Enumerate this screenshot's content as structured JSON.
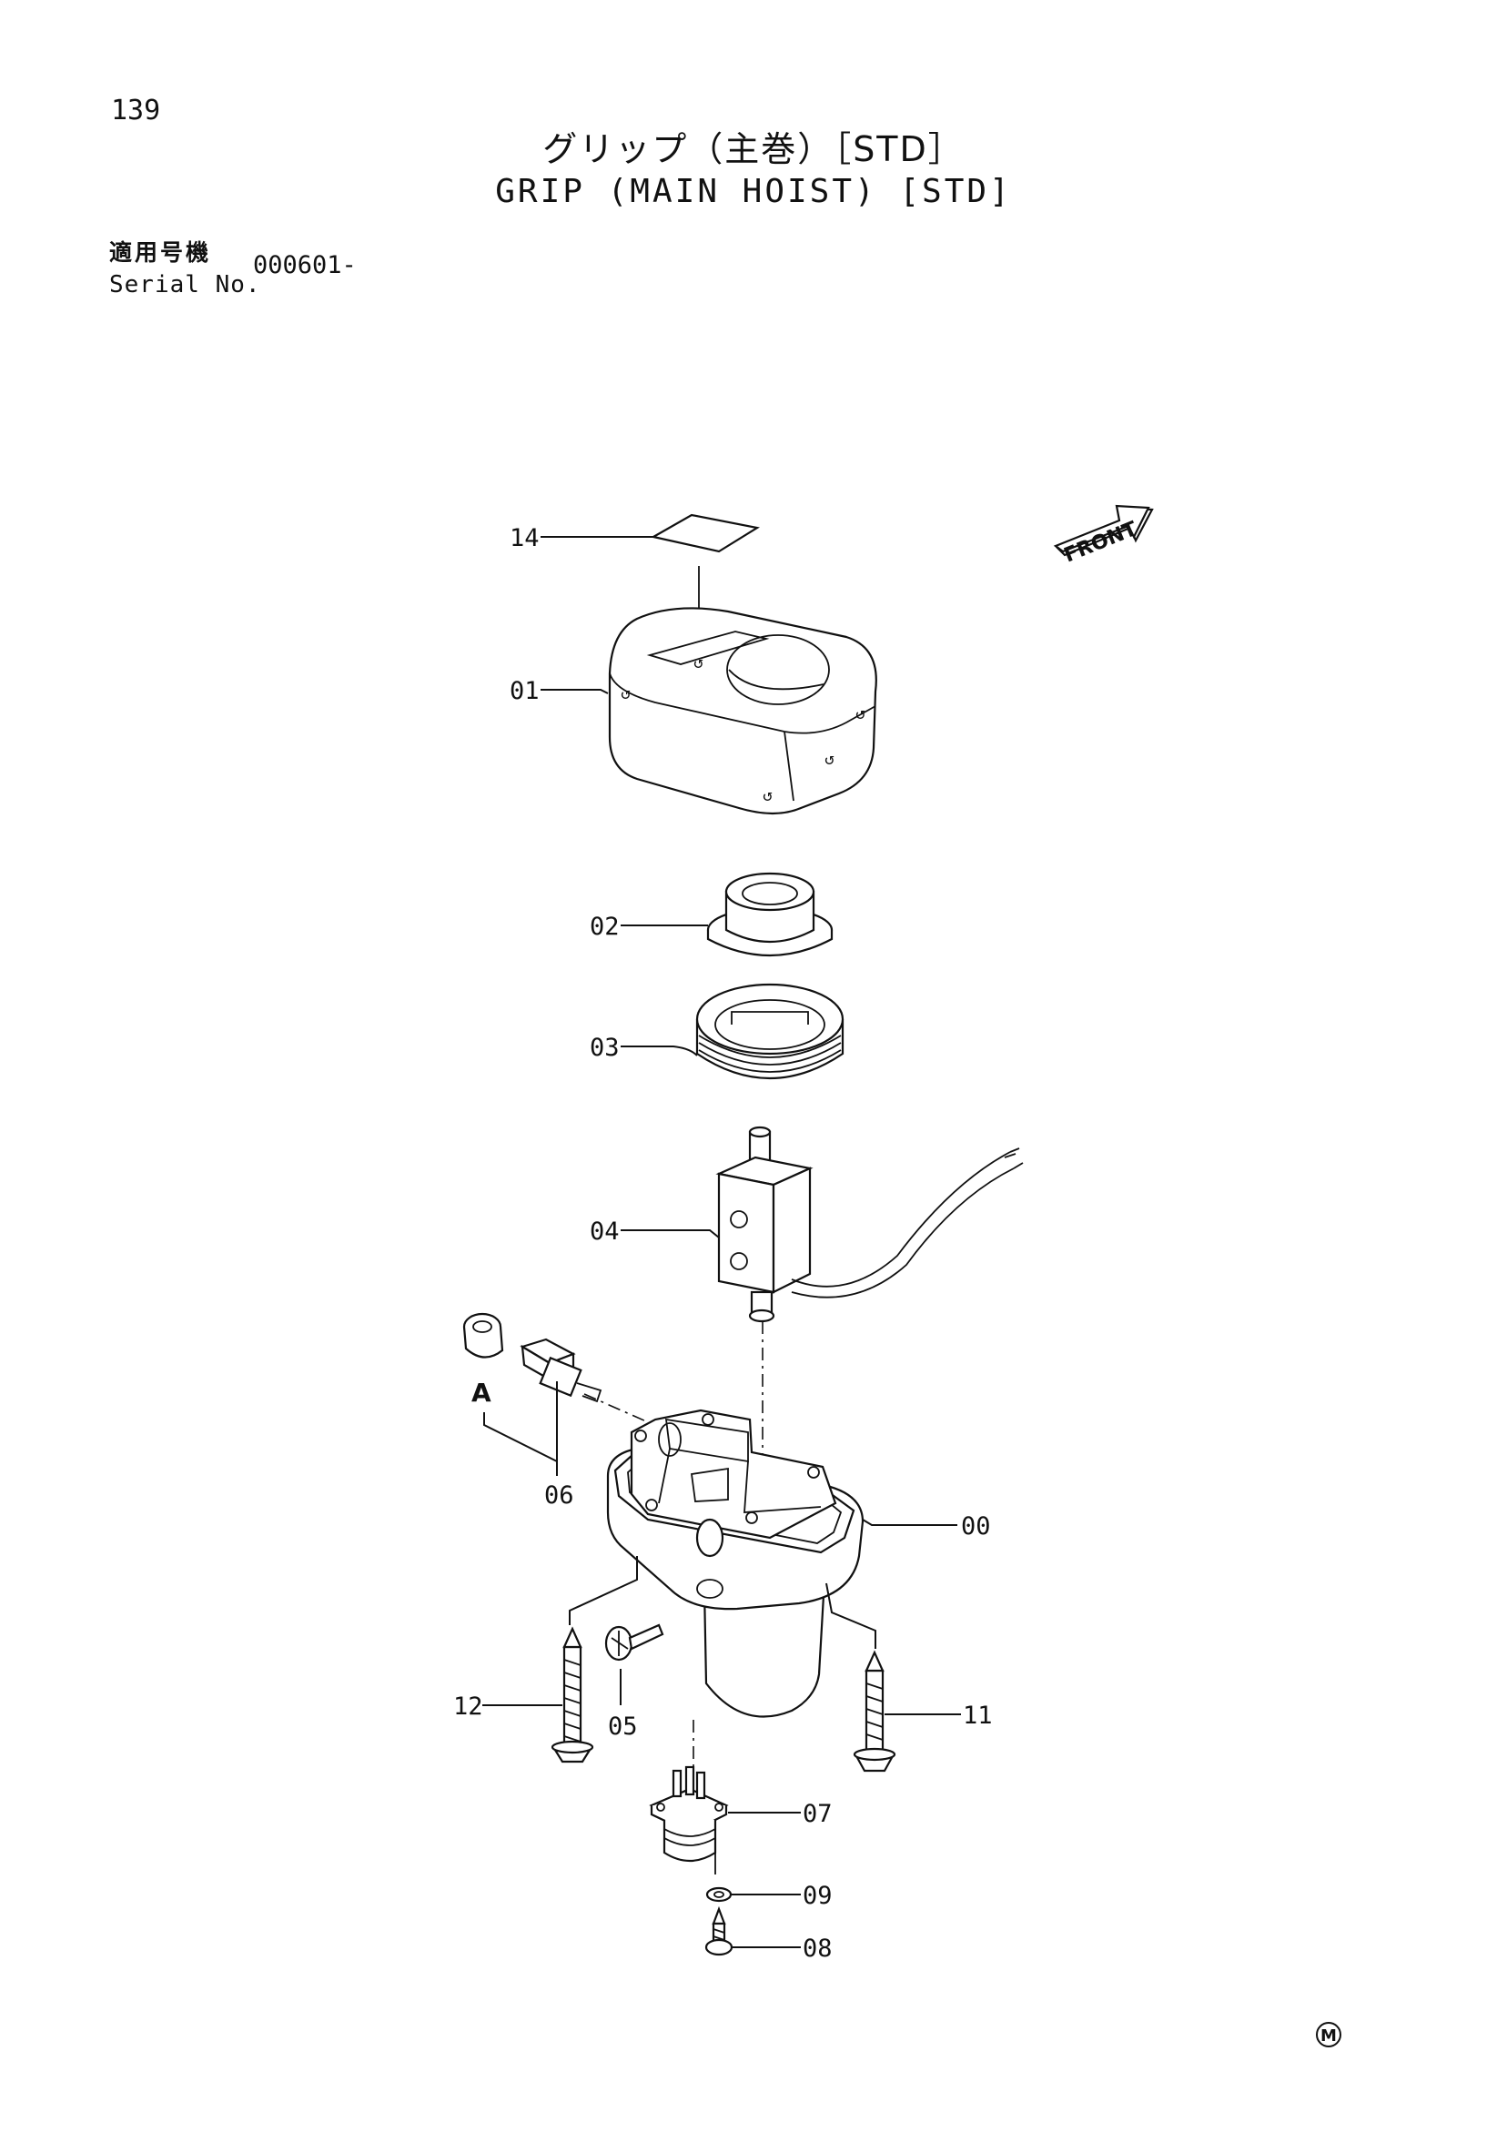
{
  "page": {
    "number": "139",
    "title_jp": "グリップ（主巻）［STD］",
    "title_en": "GRIP (MAIN HOIST) [STD]",
    "serial_label_jp": "適用号機",
    "serial_label_en": "Serial No.",
    "serial_value": "000601-",
    "corner_mark": "M"
  },
  "diagram": {
    "front_arrow_label": "FRONT",
    "detail_label": "A",
    "callouts": [
      {
        "id": "14",
        "part": "label-plate"
      },
      {
        "id": "01",
        "part": "cover"
      },
      {
        "id": "02",
        "part": "boot"
      },
      {
        "id": "03",
        "part": "ring"
      },
      {
        "id": "04",
        "part": "switch"
      },
      {
        "id": "06",
        "part": "push-button-switch"
      },
      {
        "id": "00",
        "part": "grip-body"
      },
      {
        "id": "12",
        "part": "tapping-screw"
      },
      {
        "id": "05",
        "part": "screw"
      },
      {
        "id": "11",
        "part": "tapping-screw"
      },
      {
        "id": "07",
        "part": "connector"
      },
      {
        "id": "09",
        "part": "washer"
      },
      {
        "id": "08",
        "part": "screw"
      }
    ]
  }
}
